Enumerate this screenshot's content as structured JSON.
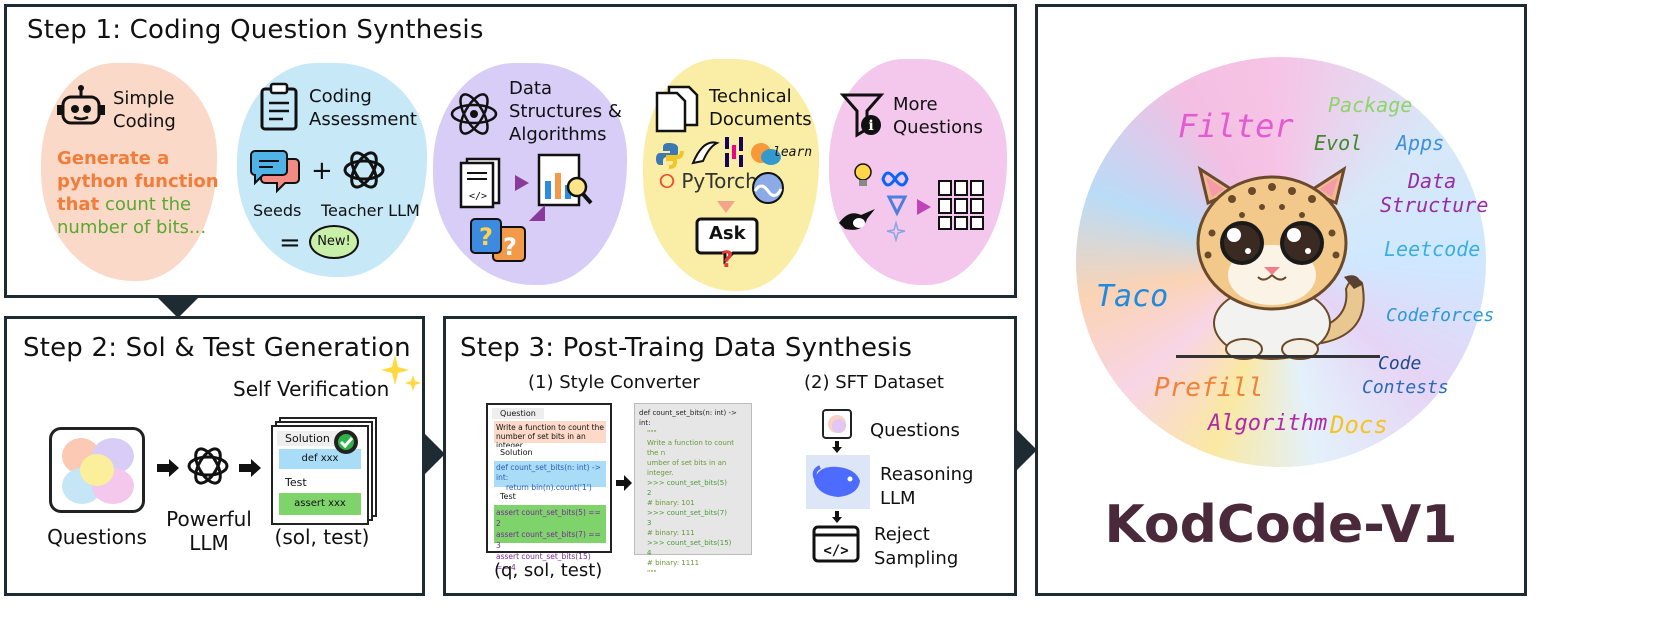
{
  "step1": {
    "title": "Step 1: Coding Question Synthesis",
    "simple": {
      "label_line1": "Simple",
      "label_line2": "Coding",
      "gen_bold_1": "Generate a",
      "gen_bold_2": "python function",
      "gen_bold_3": "that",
      "gen_green_1": "count the",
      "gen_green_2": "number of bits..."
    },
    "assessment": {
      "label_line1": "Coding",
      "label_line2": "Assessment",
      "seeds": "Seeds",
      "teacher": "Teacher LLM",
      "plus": "+",
      "equals": "=",
      "new": "New!"
    },
    "dsa": {
      "line1": "Data",
      "line2": "Structures &",
      "line3": "Algorithms"
    },
    "tech": {
      "line1": "Technical",
      "line2": "Documents",
      "pytorch": "PyTorch",
      "learn": "learn",
      "ask": "Ask"
    },
    "more": {
      "line1": "More",
      "line2": "Questions"
    }
  },
  "step2": {
    "title": "Step 2: Sol & Test Generation",
    "self_verification": "Self Verification",
    "questions": "Questions",
    "llm_line1": "Powerful",
    "llm_line2": "LLM",
    "soltest": "(sol, test)",
    "card_solution": "Solution",
    "card_def": "def xxx",
    "card_test": "Test",
    "card_assert": "assert xxx"
  },
  "step3": {
    "title": "Step 3: Post-Traing Data Synthesis",
    "style_converter": "(1) Style Converter",
    "sft_dataset": "(2) SFT Dataset",
    "qsoltest": "(q, sol, test)",
    "card": {
      "question_tag": "Question",
      "question_text_1": "Write a function to count the",
      "question_text_2": "number of set bits in an integer.",
      "solution_tag": "Solution",
      "sol_line1": "def count_set_bits(n: int) -> int:",
      "sol_line2": "return bin(n).count('1')",
      "test_tag": "Test",
      "test_line1": "assert count_set_bits(5) == 2",
      "test_line2": "assert count_set_bits(7) == 3",
      "test_line3": "assert count_set_bits(15) == 4"
    },
    "converted": [
      "def count_set_bits(n: int) -> int:",
      "\"\"\"",
      "Write a function to count the n",
      "umber of set bits in an integer.",
      ">>> count_set_bits(5)",
      "2",
      "# binary: 101",
      ">>> count_set_bits(7)",
      "3",
      "# binary: 111",
      ">>> count_set_bits(15)",
      "4",
      "# binary: 1111",
      "\"\"\""
    ],
    "sft_questions": "Questions",
    "sft_reasoning_1": "Reasoning",
    "sft_reasoning_2": "LLM",
    "sft_reject_1": "Reject",
    "sft_reject_2": "Sampling"
  },
  "kodcode": {
    "title": "KodCode-V1",
    "words": [
      "Filter",
      "Package",
      "Evol",
      "Apps",
      "Data",
      "Structure",
      "Leetcode",
      "Taco",
      "Codeforces",
      "Code",
      "Contests",
      "Prefill",
      "Algorithm",
      "Docs"
    ]
  },
  "colors": {
    "border": "#1f2b33",
    "orange": "#f07d3a",
    "green": "#5aa832",
    "kodcode": "#4a2a3a"
  }
}
